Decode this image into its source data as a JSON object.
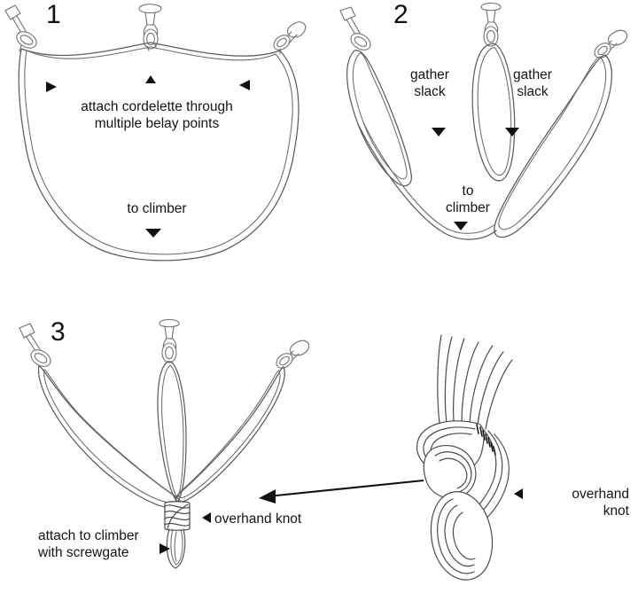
{
  "figure": {
    "title": "Cordelette anchor equalization — three step instructional diagram",
    "background_color": "#ffffff",
    "rope_color": "#5b5b63",
    "text_color": "#141414",
    "arrow_color": "#111111"
  },
  "panels": [
    {
      "number": "1",
      "caption": "attach cordelette through\nmultiple belay points",
      "secondary_caption": "to climber",
      "markers": [
        "right-triangle",
        "up-triangle",
        "left-triangle",
        "down-triangle"
      ],
      "anchors": [
        "wire-nut-with-carabiner",
        "bolt-hanger-with-carabiner",
        "cam-with-carabiner"
      ]
    },
    {
      "number": "2",
      "caption_left": "gather\nslack",
      "caption_right": "gather\nslack",
      "secondary_caption": "to\nclimber",
      "markers": [
        "down-triangle",
        "down-triangle",
        "down-triangle"
      ],
      "anchors": [
        "wire-nut-with-carabiner",
        "bolt-hanger-with-carabiner",
        "cam-with-carabiner"
      ]
    },
    {
      "number": "3",
      "caption_masterpoint": "attach to climber\nwith screwgate",
      "caption_knot": "overhand knot",
      "markers": [
        "right-triangle",
        "left-triangle"
      ],
      "anchors": [
        "wire-nut-with-carabiner",
        "bolt-hanger-with-carabiner",
        "cam-with-carabiner"
      ]
    }
  ],
  "detail": {
    "label": "overhand\nknot",
    "marker": "left-triangle",
    "description": "close-up of multi-strand overhand knot"
  },
  "glyphs": {
    "triangle_right": "▸",
    "triangle_left": "◂",
    "triangle_up": "▴",
    "triangle_down": "▾"
  }
}
